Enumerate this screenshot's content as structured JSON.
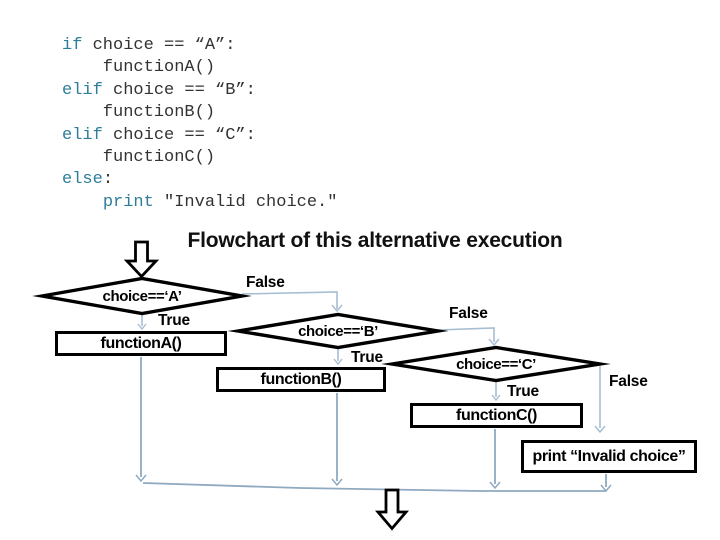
{
  "code": {
    "keyword_color": "#2E7D99",
    "text_color": "#333333",
    "lines": [
      [
        {
          "t": "if",
          "k": 1
        },
        {
          "t": " choice == “A”:",
          "k": 0
        }
      ],
      [
        {
          "t": "    functionA()",
          "k": 0
        }
      ],
      [
        {
          "t": "elif",
          "k": 1
        },
        {
          "t": " choice == “B”:",
          "k": 0
        }
      ],
      [
        {
          "t": "    functionB()",
          "k": 0
        }
      ],
      [
        {
          "t": "elif",
          "k": 1
        },
        {
          "t": " choice == “C”:",
          "k": 0
        }
      ],
      [
        {
          "t": "    functionC()",
          "k": 0
        }
      ],
      [
        {
          "t": "else",
          "k": 1
        },
        {
          "t": ":",
          "k": 0
        }
      ],
      [
        {
          "t": "    ",
          "k": 0
        },
        {
          "t": "print",
          "k": 1
        },
        {
          "t": " \"Invalid choice.\"",
          "k": 0
        }
      ]
    ]
  },
  "title": "Flowchart of this alternative execution",
  "flowchart": {
    "connector_color": "#A6BDD2",
    "collector_color": "#8FA9C0",
    "shape_border_color": "#000000",
    "diamonds": [
      {
        "label": "choice==‘A’"
      },
      {
        "label": "choice==‘B’"
      },
      {
        "label": "choice==‘C’"
      }
    ],
    "boxes": [
      {
        "label": "functionA()"
      },
      {
        "label": "functionB()"
      },
      {
        "label": "functionC()"
      },
      {
        "label": "print “Invalid choice”"
      }
    ],
    "edge_labels": {
      "true1": "True",
      "false1": "False",
      "true2": "True",
      "false2": "False",
      "true3": "True",
      "false3": "False"
    }
  }
}
